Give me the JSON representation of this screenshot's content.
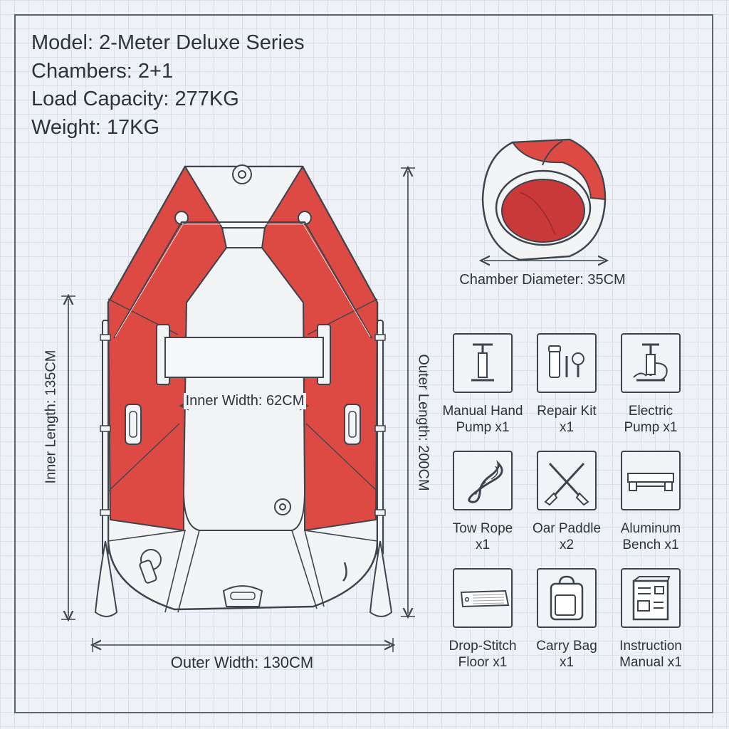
{
  "specs": {
    "model": "Model: 2-Meter Deluxe Series",
    "chambers": "Chambers: 2+1",
    "load": "Load Capacity: 277KG",
    "weight": "Weight: 17KG"
  },
  "dimensions": {
    "inner_length": "Inner Length: 135CM",
    "outer_length": "Outer Length: 200CM",
    "inner_width": "Inner Width: 62CM",
    "outer_width": "Outer Width: 130CM",
    "chamber_diameter": "Chamber Diameter: 35CM"
  },
  "accessories": [
    {
      "line1": "Manual Hand",
      "line2": "Pump x1",
      "icon": "hand-pump-icon"
    },
    {
      "line1": "Repair Kit",
      "line2": "x1",
      "icon": "repair-kit-icon"
    },
    {
      "line1": "Electric",
      "line2": "Pump x1",
      "icon": "electric-pump-icon"
    },
    {
      "line1": "Tow Rope",
      "line2": "x1",
      "icon": "tow-rope-icon"
    },
    {
      "line1": "Oar Paddle",
      "line2": "x2",
      "icon": "oar-paddle-icon"
    },
    {
      "line1": "Aluminum",
      "line2": "Bench x1",
      "icon": "aluminum-bench-icon"
    },
    {
      "line1": "Drop-Stitch",
      "line2": "Floor x1",
      "icon": "drop-stitch-floor-icon"
    },
    {
      "line1": "Carry Bag",
      "line2": "x1",
      "icon": "carry-bag-icon"
    },
    {
      "line1": "Instruction",
      "line2": "Manual x1",
      "icon": "instruction-manual-icon"
    }
  ],
  "colors": {
    "tube_red": "#dd4a44",
    "hull_white": "#f3f4f6",
    "outline": "#3d444d"
  }
}
